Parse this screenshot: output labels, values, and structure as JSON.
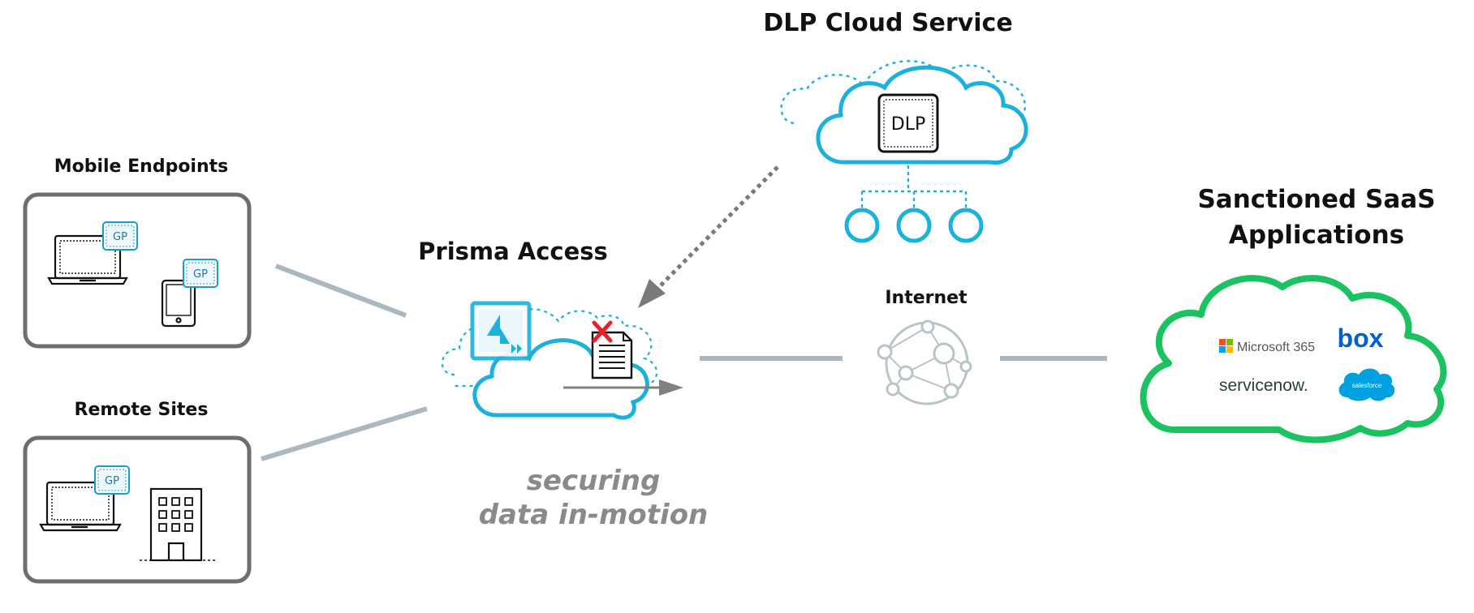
{
  "titles": {
    "mobile_endpoints": "Mobile Endpoints",
    "remote_sites": "Remote Sites",
    "prisma_access": "Prisma Access",
    "dlp_cloud_service": "DLP Cloud Service",
    "internet": "Internet",
    "saas_line1": "Sanctioned SaaS",
    "saas_line2": "Applications"
  },
  "badges": {
    "gp": "GP",
    "dlp": "DLP"
  },
  "caption": {
    "line1": "securing",
    "line2": "data in-motion"
  },
  "saas_apps": {
    "microsoft": "Microsoft 365",
    "box": "box",
    "servicenow": "servicenow.",
    "salesforce": "salesforce"
  },
  "icons": [
    "laptop-icon",
    "tablet-icon",
    "building-icon",
    "prisma-access-logo-icon",
    "document-icon",
    "blocked-x-icon",
    "network-globe-icon",
    "dlp-chip-icon"
  ],
  "colors": {
    "cyan": "#1bb1dc",
    "green": "#1bc260",
    "connector_gray": "#a9b9bf",
    "arrow_gray": "#808080",
    "box_border": "#6e6e6e",
    "block_red": "#e8202a",
    "badge_blue": "#1a78b4"
  }
}
